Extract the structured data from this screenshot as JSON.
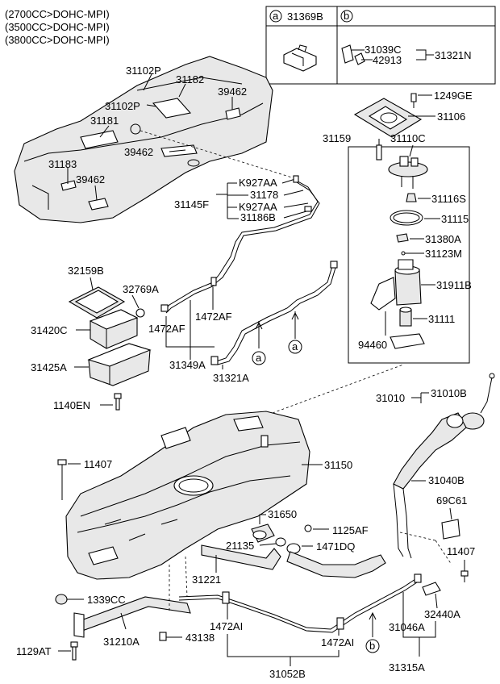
{
  "header_notes": [
    "(2700CC>DOHC-MPI)",
    "(3500CC>DOHC-MPI)",
    "(3800CC>DOHC-MPI)"
  ],
  "legend": {
    "a_letter": "a",
    "a_part": "31369B",
    "b_letter": "b",
    "b_parts": [
      "31039C",
      "42913"
    ],
    "b_group": "31321N"
  },
  "callouts": {
    "a1": "a",
    "a2": "a",
    "b1": "b"
  },
  "labels": {
    "p31102P_1": "31102P",
    "p31182": "31182",
    "p31102P_2": "31102P",
    "p39462_1": "39462",
    "p31181": "31181",
    "p39462_2": "39462",
    "p31183": "31183",
    "p39462_3": "39462",
    "p1249GE": "1249GE",
    "p31106": "31106",
    "p31159": "31159",
    "p31110C": "31110C",
    "pK927AA_1": "K927AA",
    "p31178": "31178",
    "p31145F": "31145F",
    "pK927AA_2": "K927AA",
    "p31186B": "31186B",
    "p31116S": "31116S",
    "p31115": "31115",
    "p31380A": "31380A",
    "p31123M": "31123M",
    "p31911B": "31911B",
    "p31111": "31111",
    "p94460": "94460",
    "p32159B": "32159B",
    "p32769A": "32769A",
    "p31420C": "31420C",
    "p1472AF_1": "1472AF",
    "p1472AF_2": "1472AF",
    "p31425A": "31425A",
    "p31349A": "31349A",
    "p31321A": "31321A",
    "p1140EN": "1140EN",
    "p31010": "31010",
    "p31010B": "31010B",
    "p11407_1": "11407",
    "p31150": "31150",
    "p31040B": "31040B",
    "p69C61": "69C61",
    "p31650": "31650",
    "p1125AF": "1125AF",
    "p21135": "21135",
    "p1471DQ": "1471DQ",
    "p11407_2": "11407",
    "p31221": "31221",
    "p1339CC": "1339CC",
    "p32440A": "32440A",
    "p1472AI_1": "1472AI",
    "p31046A": "31046A",
    "p1129AT": "1129AT",
    "p31210A": "31210A",
    "p43138": "43138",
    "p1472AI_2": "1472AI",
    "p31315A": "31315A",
    "p31052B": "31052B"
  }
}
